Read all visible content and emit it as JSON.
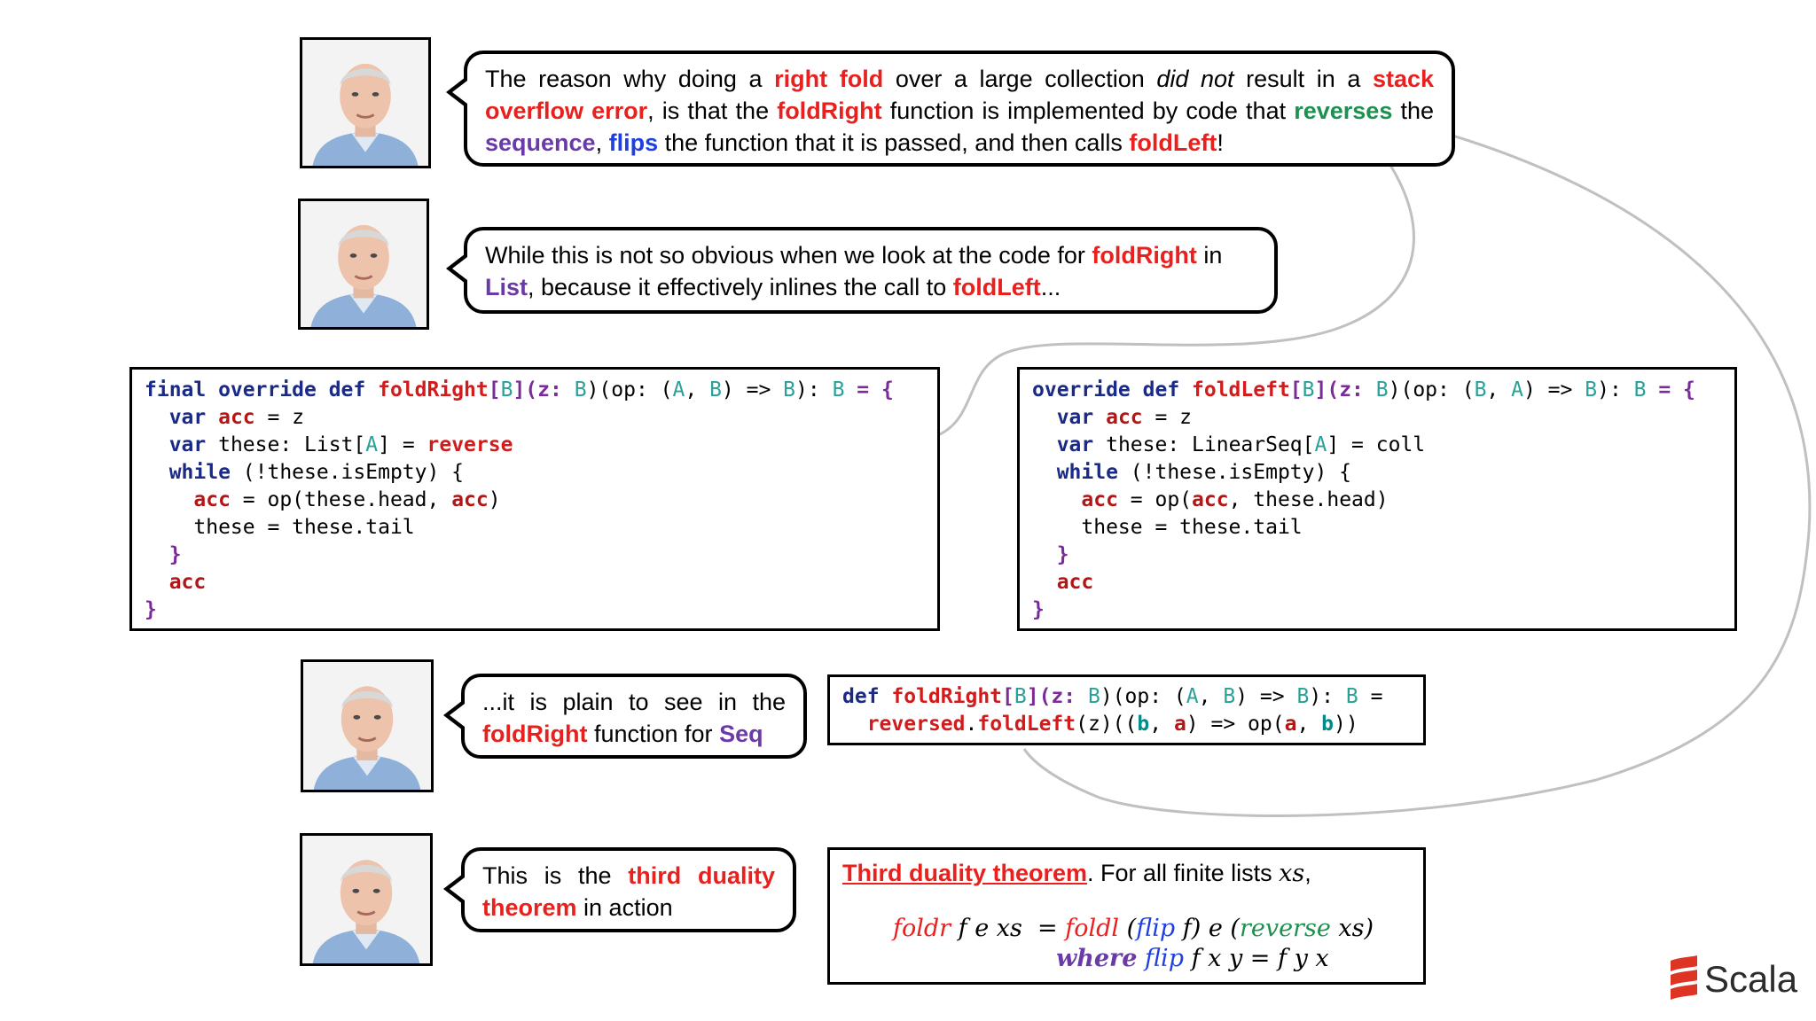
{
  "bubbles": {
    "b1": {
      "t1": "The reason why doing a ",
      "t2": "right fold",
      "t3": " over a large collection ",
      "t4": "did not",
      "t5": " result in a ",
      "t6": "stack overflow error",
      "t7": ", is that the ",
      "t8": "foldRight",
      "t9": " function is implemented by code that ",
      "t10": "reverses",
      "t11": " the ",
      "t12": "sequence",
      "t13": ", ",
      "t14": "flips",
      "t15": " the function that it is passed, and then calls ",
      "t16": "foldLeft",
      "t17": "!"
    },
    "b2": {
      "t1": "While this is not so obvious when we look at the code for ",
      "t2": "foldRight",
      "t3": " in ",
      "t4": "List",
      "t5": ", because it effectively inlines the call to ",
      "t6": "foldLeft",
      "t7": "..."
    },
    "b3": {
      "t1": "...it is plain to see in the ",
      "t2": "foldRight",
      "t3": " function for ",
      "t4": "Seq"
    },
    "b4": {
      "t1": "This is the ",
      "t2": "third duality theorem",
      "t3": " in action"
    }
  },
  "code_list_foldright": {
    "l1": {
      "a": "final override def ",
      "b": "foldRight",
      "c": "[",
      "d": "B",
      "e": "](z: ",
      "f": "B",
      ",g": "",
      "g": ")(op: (",
      "h": "A",
      ",i": "",
      "i": ", ",
      "j": "B",
      "k": ") => ",
      "l": "B",
      "m": "): ",
      "n": "B",
      "o": " = {"
    },
    "l2": {
      "a": "  var ",
      "b": "acc",
      "c": " = z"
    },
    "l3": {
      "a": "  var ",
      "b": "these: List[",
      "c": "A",
      "d": "] = ",
      "e": "reverse"
    },
    "l4": {
      "a": "  while ",
      "b": "(!these.isEmpty) {"
    },
    "l5": {
      "a": "    ",
      "b": "acc",
      "c": " = op(these.head, ",
      "d": "acc",
      "e": ")"
    },
    "l6": {
      "a": "    these = these.tail"
    },
    "l7": {
      "a": "  }"
    },
    "l8": {
      "a": "  ",
      "b": "acc"
    },
    "l9": {
      "a": "}"
    }
  },
  "code_linearseq_foldleft": {
    "l1": {
      "a": "override def ",
      "b": "foldLeft",
      "c": "[",
      "d": "B",
      "e": "](z: ",
      "f": "B",
      "g": ")(op: (",
      "h": "B",
      "i": ", ",
      "j": "A",
      "k": ") => ",
      "l": "B",
      "m": "): ",
      "n": "B",
      "o": " = {"
    },
    "l2": {
      "a": "  var ",
      "b": "acc",
      "c": " = z"
    },
    "l3": {
      "a": "  var ",
      "b": "these: LinearSeq[",
      "c": "A",
      "d": "] = coll"
    },
    "l4": {
      "a": "  while ",
      "b": "(!these.isEmpty) {"
    },
    "l5": {
      "a": "    ",
      "b": "acc",
      "c": " = op(",
      "d": "acc",
      "e": ", these.head)"
    },
    "l6": {
      "a": "    these = these.tail"
    },
    "l7": {
      "a": "  }"
    },
    "l8": {
      "a": "  ",
      "b": "acc"
    },
    "l9": {
      "a": "}"
    }
  },
  "code_seq_foldright": {
    "l1": {
      "a": "def ",
      "b": "foldRight",
      "c": "[",
      "d": "B",
      "e": "](z: ",
      "f": "B",
      "g": ")(op: (",
      "h": "A",
      "i": ", ",
      "j": "B",
      "k": ") => ",
      "l": "B",
      "m": "): ",
      "n": "B",
      "o": " ="
    },
    "l2": {
      "a": "  ",
      "b": "reversed",
      "c": ".",
      "d": "foldLeft",
      "e": "(z)((",
      "f": "b",
      "g": ", ",
      "h": "a",
      "i": ") => op(",
      "j": "a",
      "k": ", ",
      "l": "b",
      "m": "))"
    }
  },
  "theorem": {
    "title": "Third duality theorem",
    "intro": ". For all finite lists ",
    "xs": "xs",
    "comma": ",",
    "f1": "foldr",
    "f2": " f e xs  = ",
    "f3": "foldl",
    "f4": " (",
    "f5": "flip",
    "f6": " f) e (",
    "f7": "reverse",
    "f8": " xs)",
    "w1": "where",
    "w2": " flip",
    "w3": " f x y = f y x"
  },
  "logo": {
    "text": "Scala"
  },
  "colors": {
    "red": "#e8201e",
    "green": "#1d9150",
    "purple": "#6a3aa8",
    "blue": "#1f3fe0",
    "connector": "#c0c0c0"
  }
}
